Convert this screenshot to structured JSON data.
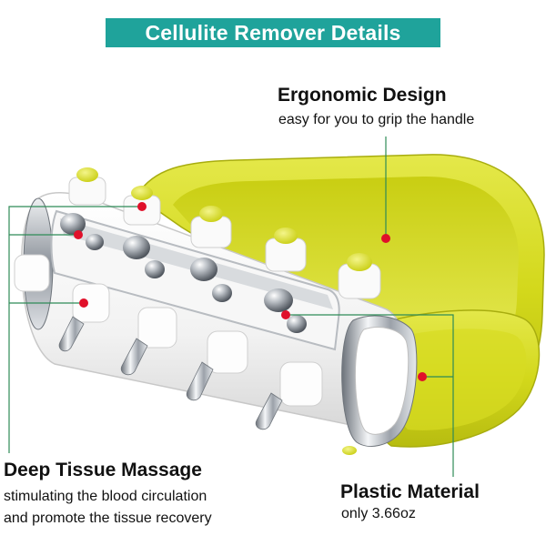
{
  "header": {
    "title": "Cellulite Remover Details"
  },
  "features": {
    "ergonomic": {
      "title": "Ergonomic Design",
      "subtitle": "easy for you to grip the handle"
    },
    "deep_tissue": {
      "title": "Deep Tissue Massage",
      "line1": "stimulating the blood circulation",
      "line2": "and promote the tissue recovery"
    },
    "plastic": {
      "title": "Plastic Material",
      "subtitle": "only 3.66oz"
    }
  },
  "colors": {
    "banner": "#1fa39b",
    "callout_line": "#2e8b57",
    "callout_dot": "#e0102a",
    "handle": "#d9de1e",
    "body": "#f4f4f4",
    "chrome": "#9aa0a8"
  }
}
